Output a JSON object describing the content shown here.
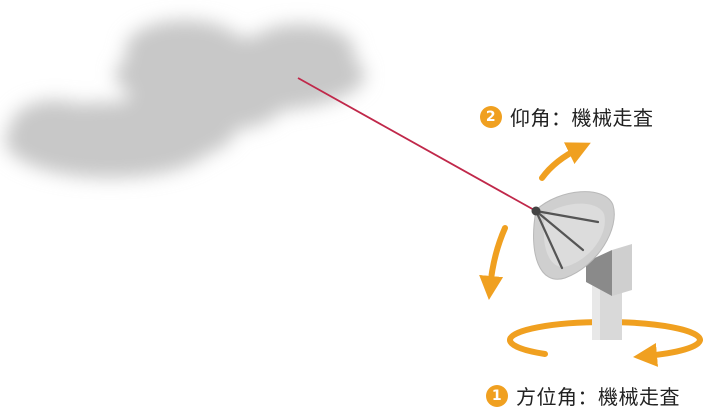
{
  "labels": {
    "elevation": {
      "number": "2",
      "text": "仰角：機械走査"
    },
    "azimuth": {
      "number": "1",
      "text": "方位角：機械走査"
    }
  },
  "colors": {
    "arrow": "#f0a020",
    "beam": "#c0284a",
    "cloud": "#c8c8c8",
    "dish": "#cfcfcf",
    "pedestal": "#d9d9d9",
    "mount": "#8a8a8a"
  },
  "icons": [
    "cloud-icon",
    "radar-dish-icon",
    "rotation-arrow-icon"
  ]
}
